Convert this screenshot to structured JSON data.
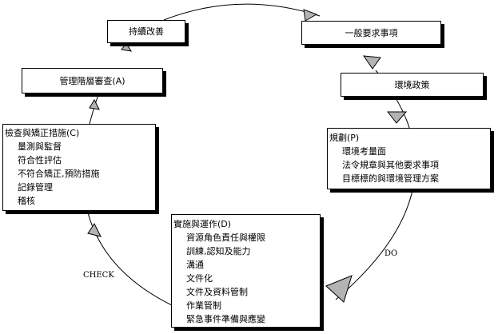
{
  "boxes": {
    "continual_improvement": "持續改善",
    "general_requirements": "一般要求事項",
    "environmental_policy": "環境政策",
    "management_review": "管理階層審查(A)",
    "planning": {
      "title": "規劃(P)",
      "items": [
        "環境考量面",
        "法令規章與其他要求事項",
        "目標標的與環境管理方案"
      ]
    },
    "checking": {
      "title": "檢查與矯正措施(C)",
      "items": [
        "量測與監督",
        "符合性評估",
        "不符合矯正,預防措施",
        "記錄管理",
        "稽核"
      ]
    },
    "implementation": {
      "title": "實施與運作(D)",
      "items": [
        "資源角色責任與權限",
        "訓練,認知及能力",
        "溝通",
        "文件化",
        "文件及資料管制",
        "作業管制",
        "緊急事件準備與應變"
      ]
    }
  },
  "labels": {
    "do": "DO",
    "check": "CHECK"
  },
  "colors": {
    "arrow_fill": "#b3b3b3",
    "stroke": "#000000"
  }
}
